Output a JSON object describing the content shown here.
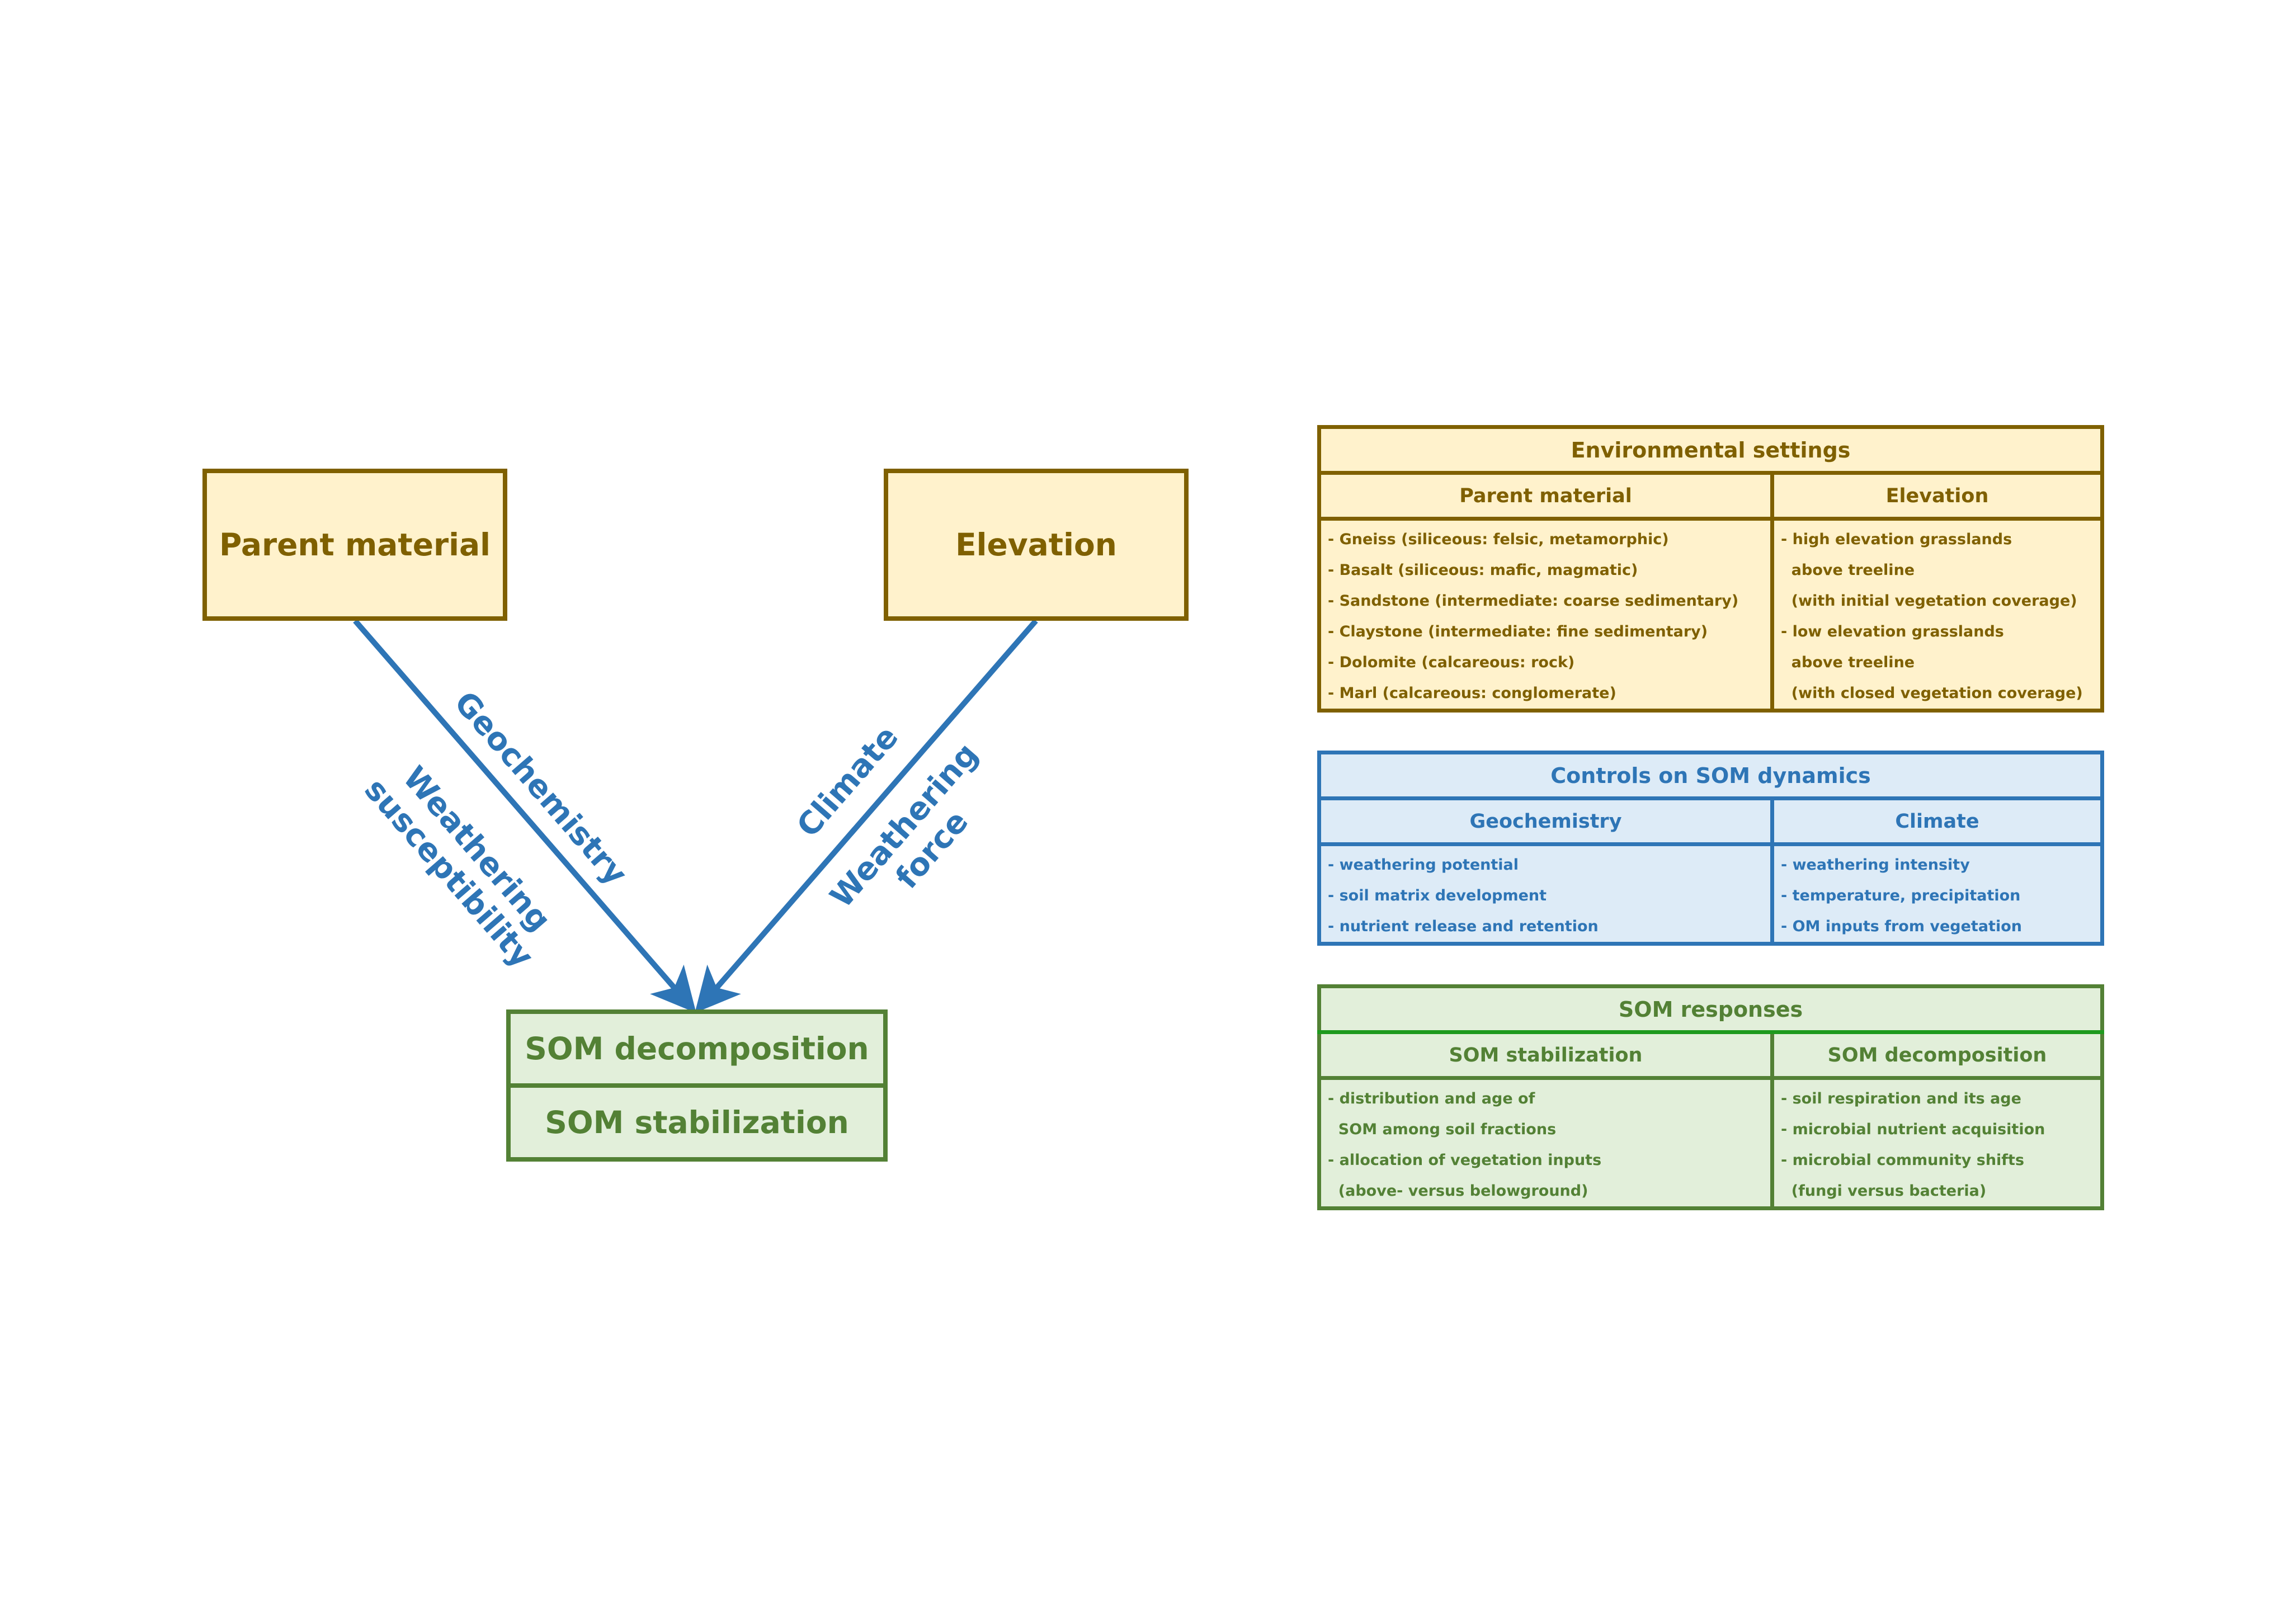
{
  "diagram": {
    "nodes": {
      "parent_material": "Parent material",
      "elevation": "Elevation",
      "som_decomposition": "SOM decomposition",
      "som_stabilization": "SOM stabilization"
    },
    "edge_labels": {
      "left_outer": "Geochemistry",
      "left_inner_line1": "Weathering",
      "left_inner_line2": "susceptibility",
      "right_outer": "Climate",
      "right_inner_line1": "Weathering",
      "right_inner_line2": "force"
    },
    "colors": {
      "arrow": "#2e75b6",
      "source_fill": "#fff2cc",
      "source_stroke": "#7f6000",
      "target_fill": "#e2efda",
      "target_stroke": "#538135"
    }
  },
  "tables": {
    "environmental": {
      "title": "Environmental settings",
      "col1_header": "Parent material",
      "col2_header": "Elevation",
      "col1_items": [
        "- Gneiss (siliceous: felsic, metamorphic)",
        "- Basalt (siliceous: mafic, magmatic)",
        "- Sandstone (intermediate: coarse sedimentary)",
        "- Claystone (intermediate: fine sedimentary)",
        "- Dolomite (calcareous: rock)",
        "- Marl (calcareous: conglomerate)"
      ],
      "col2_items": [
        "- high elevation grasslands",
        "  above treeline",
        "  (with initial vegetation coverage)",
        "- low elevation grasslands",
        "  above treeline",
        "  (with closed vegetation coverage)"
      ]
    },
    "controls": {
      "title": "Controls on SOM dynamics",
      "col1_header": "Geochemistry",
      "col2_header": "Climate",
      "col1_items": [
        "- weathering potential",
        "- soil matrix development",
        "- nutrient release and retention"
      ],
      "col2_items": [
        "- weathering intensity",
        "- temperature, precipitation",
        "- OM inputs from vegetation"
      ]
    },
    "responses": {
      "title": "SOM responses",
      "col1_header": "SOM stabilization",
      "col2_header": "SOM decomposition",
      "col1_items": [
        "- distribution and age of",
        "  SOM among soil fractions",
        "- allocation of vegetation inputs",
        "  (above- versus belowground)"
      ],
      "col2_items": [
        "- soil respiration and its age",
        "- microbial nutrient acquisition",
        "- microbial community shifts",
        "  (fungi versus bacteria)"
      ]
    }
  }
}
